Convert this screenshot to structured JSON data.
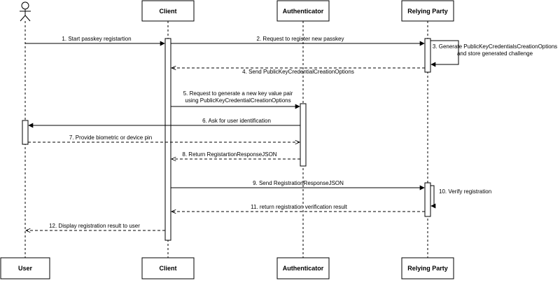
{
  "participants": [
    {
      "id": "user",
      "name": "User",
      "kind": "actor"
    },
    {
      "id": "client",
      "name": "Client",
      "kind": "box"
    },
    {
      "id": "authenticator",
      "name": "Authenticator",
      "kind": "box"
    },
    {
      "id": "rp",
      "name": "Relying Party",
      "kind": "box"
    }
  ],
  "messages": [
    {
      "id": "m1",
      "lines": [
        "1. Start passkey registartion"
      ],
      "from": "user",
      "to": "client",
      "style": "solid"
    },
    {
      "id": "m2",
      "lines": [
        "2. Request to register new passkey"
      ],
      "from": "client",
      "to": "rp",
      "style": "solid"
    },
    {
      "id": "m3",
      "lines": [
        "3. Generate PublicKeyCredentialsCreationOptions",
        "and store generated challenge"
      ],
      "from": "rp",
      "to": "rp",
      "style": "self"
    },
    {
      "id": "m4",
      "lines": [
        "4. Send PublicKeyCredentialCreationOptions"
      ],
      "from": "rp",
      "to": "client",
      "style": "dashed"
    },
    {
      "id": "m5",
      "lines": [
        "5. Request to generate a new key value pair",
        "using PublicKeyCredentialCreationOptions"
      ],
      "from": "client",
      "to": "authenticator",
      "style": "solid"
    },
    {
      "id": "m6",
      "lines": [
        "6. Ask for user identification"
      ],
      "from": "authenticator",
      "to": "user",
      "style": "solid"
    },
    {
      "id": "m7",
      "lines": [
        "7. Provide biometric or device pin"
      ],
      "from": "user",
      "to": "authenticator",
      "style": "dashed"
    },
    {
      "id": "m8",
      "lines": [
        "8. Return RegistartionResponseJSON"
      ],
      "from": "authenticator",
      "to": "client",
      "style": "dashed"
    },
    {
      "id": "m9",
      "lines": [
        "9. Send RegistrationResponseJSON"
      ],
      "from": "client",
      "to": "rp",
      "style": "solid"
    },
    {
      "id": "m10",
      "lines": [
        "10. Verify registration"
      ],
      "from": "rp",
      "to": "rp",
      "style": "self"
    },
    {
      "id": "m11",
      "lines": [
        "11. return registration verification result"
      ],
      "from": "rp",
      "to": "client",
      "style": "dashed"
    },
    {
      "id": "m12",
      "lines": [
        "12. Display registration result to user"
      ],
      "from": "client",
      "to": "user",
      "style": "dashed"
    }
  ]
}
